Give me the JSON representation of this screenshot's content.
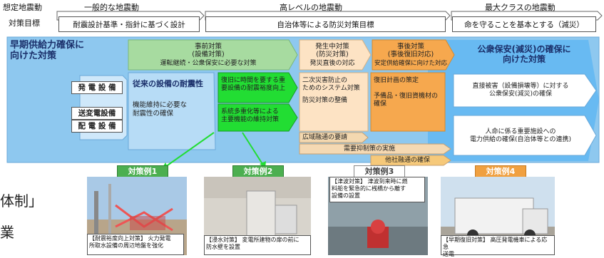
{
  "header": {
    "row1": {
      "label": "想定地震動",
      "col1": "一般的な地震動",
      "col2": "高レベルの地震動",
      "col3": "最大クラスの地震動"
    },
    "row2": {
      "label": "対策目標",
      "col1": "耐震設計基準・指針に基づく設計",
      "col2": "自治体等による防災対策目標",
      "col3": "命を守ることを基本とする（減災）"
    }
  },
  "left_panel": {
    "title": "早期供給力確保に\n向けた対策",
    "equipment": [
      "発 電 設 備",
      "送変電設備",
      "配 電 設 備"
    ]
  },
  "phases": {
    "pre": {
      "title": "事前対策\n(設備対策)",
      "sub": "運転継続・公衆保安に必要な対策"
    },
    "during": {
      "title": "発生中対策\n(防災対策)",
      "sub": "発災直後の対応"
    },
    "post": {
      "title": "事後対策\n(事後復旧対応)",
      "sub": "安定供給確保に向けた対応"
    }
  },
  "cells": {
    "conventional": {
      "title": "従来の設備の耐震性",
      "body": "機能維持に必要な\n耐震性の確保"
    },
    "recovery_time": "復旧に時間を要する重\n要設備の耐震裕度向上",
    "system_diversify": "系統多重化等による\n主要機能の維持対策",
    "secondary_disaster": "二次災害防止の\nためのシステム対策",
    "disaster_system": "防災対策の整備",
    "wide_area": "広域融通の要請",
    "recovery_plan": "復旧計画の策定",
    "spare_parts": "予備品・復旧資機材の\n確保",
    "demand": "需要抑制策の実施",
    "other_company": "他社融通の確保"
  },
  "right_panel": {
    "title": "公衆保安(減災)の確保に\n向けた対策",
    "box1": "直接被害（設備損壊等）に対する\n公衆保安(減災)の確保",
    "box2": "人命に係る重要施設への\n電力供給の確保(自治体等との連携)"
  },
  "examples": [
    {
      "badge": "対策例1",
      "caption": "【耐震裕度向上対策】 火力発電\n所取水設備の周辺地盤を強化"
    },
    {
      "badge": "対策例2",
      "caption": "【浸水対策】 変電所建物の扉の前に\n防水壁を設置"
    },
    {
      "badge": "対策例3",
      "caption": "【津波対策】 津波到来時に燃\n料船を緊急的に桟橋から離す\n設備の設置"
    },
    {
      "badge": "対策例4",
      "caption": "【早期復旧対策】 高圧発電機車による応急\n送電"
    }
  ],
  "side_text": {
    "line1": "体制」",
    "line2": "業"
  },
  "colors": {
    "main_blue": "#8ec8ef",
    "light_blue_box": "#cfe8fa",
    "green_phase": "#a7dba0",
    "bright_green": "#22dd33",
    "during_orange": "#fde3c4",
    "post_orange": "#f6a84e",
    "beige": "#f5d9b3",
    "right_blue": "#5bb5f3"
  }
}
